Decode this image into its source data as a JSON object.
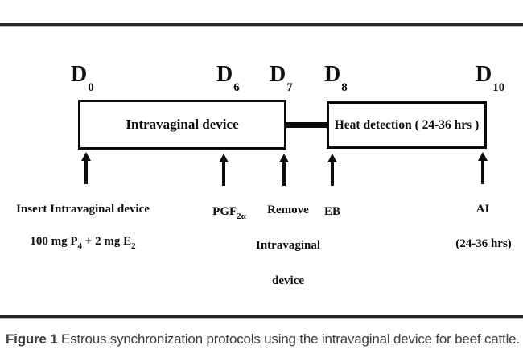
{
  "figure": {
    "caption_prefix": "Figure 1",
    "caption_text": " Estrous synchronization protocols using the intravaginal device for beef cattle."
  },
  "timeline": {
    "days": [
      {
        "d": "D",
        "sub": "0"
      },
      {
        "d": "D",
        "sub": "6"
      },
      {
        "d": "D",
        "sub": "7"
      },
      {
        "d": "D",
        "sub": "8"
      },
      {
        "d": "D",
        "sub": "10"
      }
    ],
    "boxes": [
      {
        "label": "Intravaginal device"
      },
      {
        "label": "Heat detection ( 24-36 hrs )"
      }
    ],
    "events": {
      "insert": {
        "line1": "Insert Intravaginal device",
        "dose_p1": "100 mg P",
        "dose_s1": "4",
        "dose_p2": " + 2 mg E",
        "dose_s2": "2"
      },
      "pgf": {
        "base": "PGF",
        "sub": "2α"
      },
      "remove": {
        "line1": "Remove",
        "line2": "Intravaginal",
        "line3": "device"
      },
      "eb": {
        "label": "EB"
      },
      "ai": {
        "line1": "AI",
        "line2": "(24-36 hrs)"
      }
    }
  },
  "colors": {
    "ink": "#0d0d0d",
    "rule": "#262626",
    "caption": "#3c3c3c",
    "background": "#ffffff"
  }
}
